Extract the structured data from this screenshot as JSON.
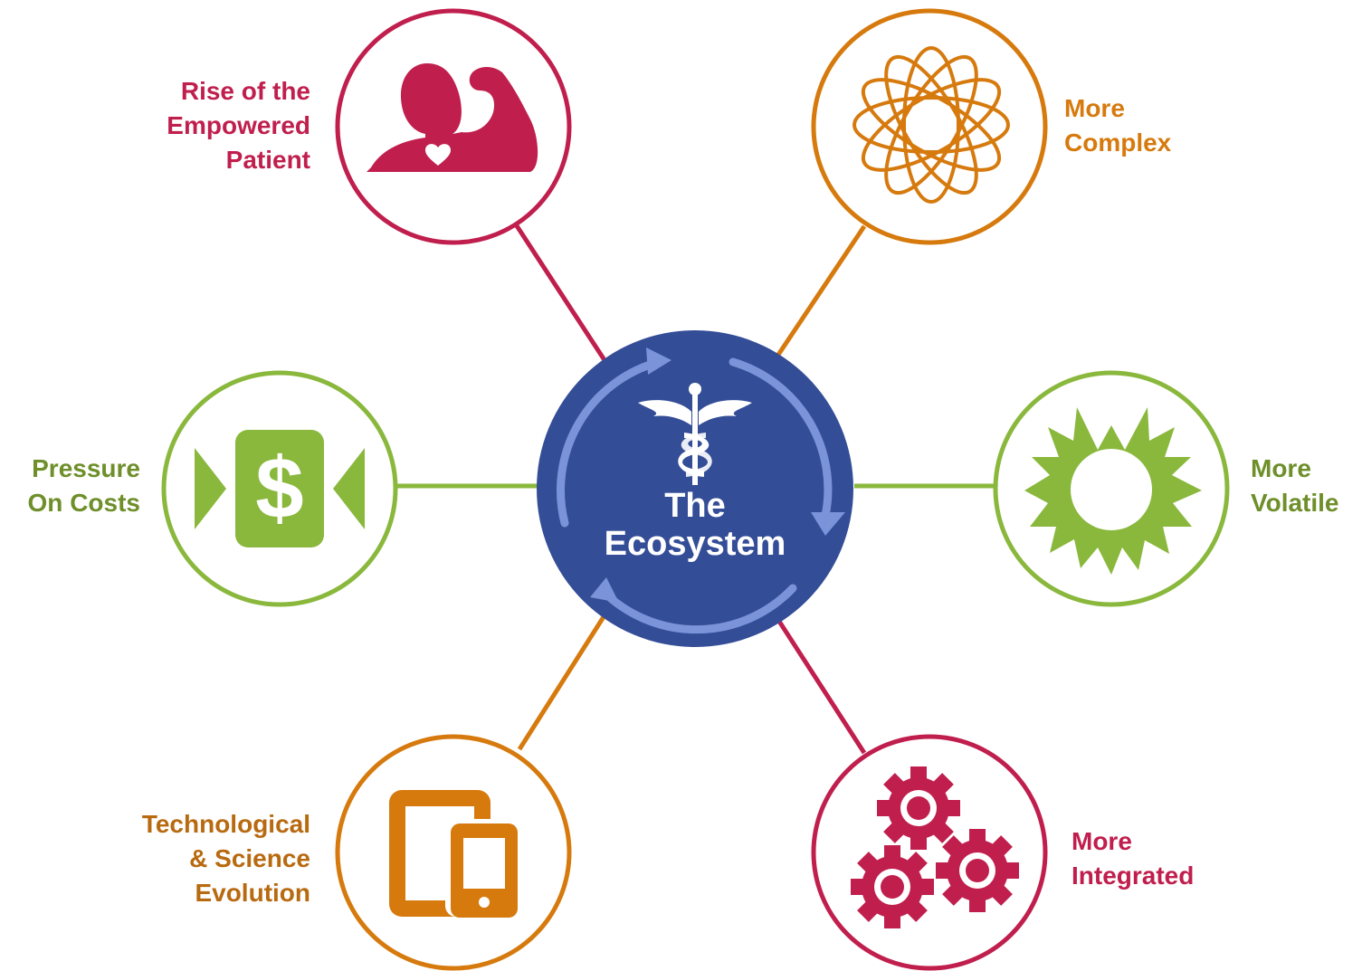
{
  "center": {
    "title_line1": "The",
    "title_line2": "Ecosystem",
    "icon": "caduceus-icon",
    "fill": "#344d97",
    "ring": "#7b93d8"
  },
  "nodes": [
    {
      "id": "empowered-patient",
      "lines": [
        "Rise of the",
        "Empowered",
        "Patient"
      ],
      "icon": "flexing-person-heart-icon",
      "color": "#c01f4e"
    },
    {
      "id": "more-complex",
      "lines": [
        "More",
        "Complex"
      ],
      "icon": "atom-orbits-icon",
      "color": "#d67a0e"
    },
    {
      "id": "pressure-on-costs",
      "lines": [
        "Pressure",
        "On Costs"
      ],
      "icon": "dollar-squeeze-icon",
      "color": "#8ab83d",
      "text_color": "#6e8f2a"
    },
    {
      "id": "more-volatile",
      "lines": [
        "More",
        "Volatile"
      ],
      "icon": "burst-icon",
      "color": "#8ab83d",
      "text_color": "#6e8f2a"
    },
    {
      "id": "tech-science-evolution",
      "lines": [
        "Technological",
        "& Science",
        "Evolution"
      ],
      "icon": "tablet-phone-icon",
      "color": "#d67a0e",
      "text_color": "#b86a10"
    },
    {
      "id": "more-integrated",
      "lines": [
        "More",
        "Integrated"
      ],
      "icon": "gears-icon",
      "color": "#c01f4e"
    }
  ]
}
